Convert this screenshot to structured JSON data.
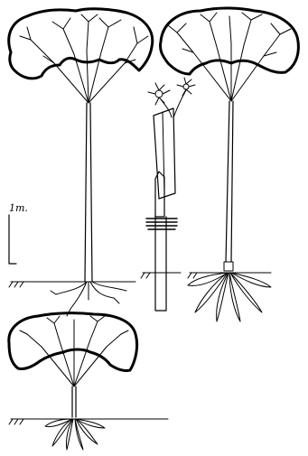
{
  "figure": {
    "scale_bar": {
      "label": "1m."
    },
    "drawings": [
      {
        "name": "tall-tree-left"
      },
      {
        "name": "tall-tree-right"
      },
      {
        "name": "staked-graft-stem"
      },
      {
        "name": "short-tree-bottom"
      }
    ]
  }
}
